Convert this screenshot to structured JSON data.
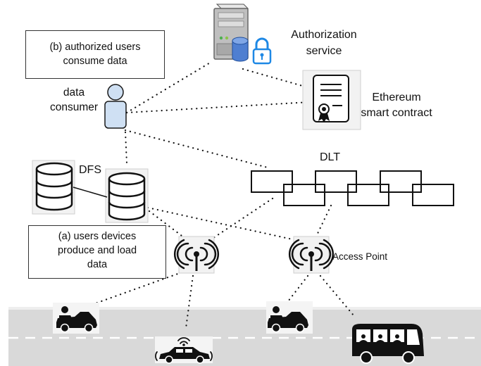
{
  "labels": {
    "authorization_service": [
      "Authorization",
      "service"
    ],
    "ethereum": [
      "Ethereum",
      "smart contract"
    ],
    "data_consumer": [
      "data",
      "consumer"
    ],
    "dfs": "DFS",
    "dlt": "DLT",
    "access_point": "Access Point"
  },
  "notes": {
    "b": [
      "(b) authorized users",
      "consume data"
    ],
    "a": [
      "(a) users devices",
      "produce and load",
      "data"
    ]
  },
  "icons": {
    "server": "server-icon",
    "lock": "lock-icon",
    "contract": "certificate-icon",
    "user": "user-icon",
    "database": "database-icon",
    "antenna": "wireless-antenna-icon",
    "car": "car-icon",
    "self_driving_car": "self-driving-car-icon",
    "bus": "bus-icon"
  },
  "colors": {
    "lock": "#1e88e5",
    "database_blue": "#4f7fd1",
    "user_fill": "#cfe0f3",
    "road": "#d9d9d9"
  }
}
